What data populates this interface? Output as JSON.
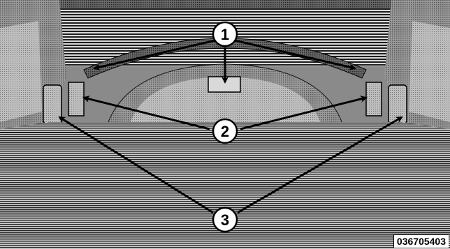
{
  "illustration": {
    "subject": "pickup-truck-bed-illustration",
    "callouts": [
      {
        "label": "1"
      },
      {
        "label": "2"
      },
      {
        "label": "3"
      }
    ],
    "figure_id": "036705403"
  },
  "colors": {
    "background": "#ffffff",
    "ink": "#000000",
    "shade_dark": "#3a3a3a",
    "shade_mid": "#8a8a8a",
    "shade_light": "#c8c8c8"
  }
}
